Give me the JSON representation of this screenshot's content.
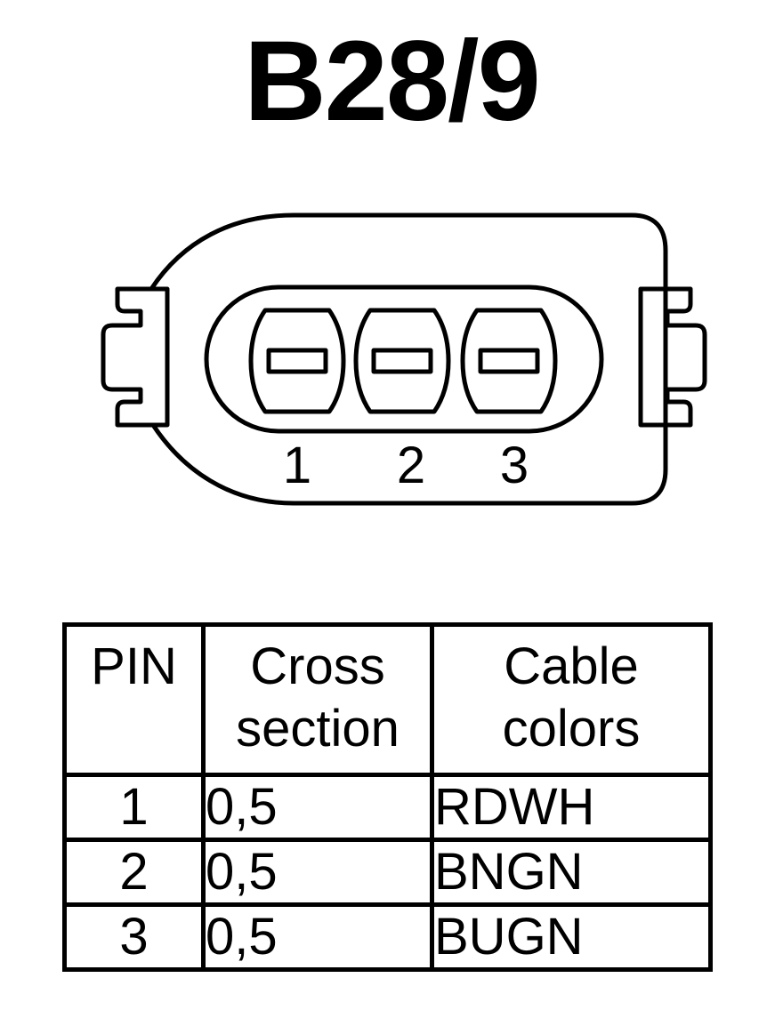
{
  "title": "B28/9",
  "connector": {
    "pin_labels": [
      "1",
      "2",
      "3"
    ]
  },
  "table": {
    "headers": {
      "pin": "PIN",
      "cross_section": [
        "Cross",
        "section"
      ],
      "cable_colors": [
        "Cable",
        "colors"
      ]
    },
    "rows": [
      {
        "pin": "1",
        "cross_section": "0,5",
        "cable_color": "RDWH"
      },
      {
        "pin": "2",
        "cross_section": "0,5",
        "cable_color": "BNGN"
      },
      {
        "pin": "3",
        "cross_section": "0,5",
        "cable_color": "BUGN"
      }
    ]
  }
}
